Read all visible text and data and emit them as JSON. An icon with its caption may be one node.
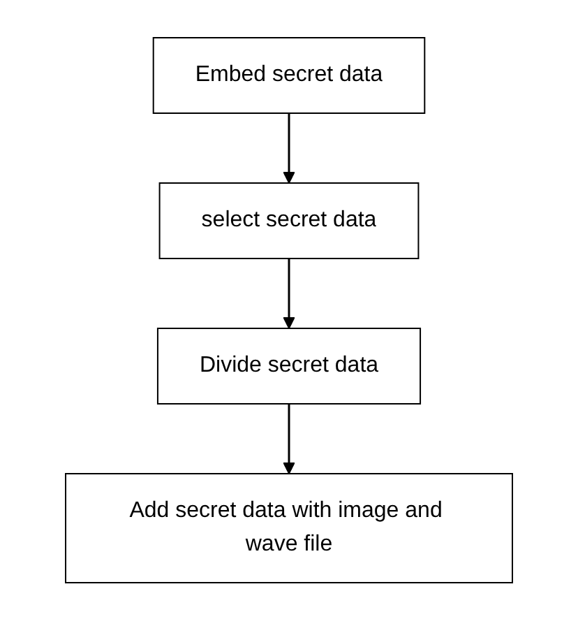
{
  "diagram": {
    "nodes": [
      {
        "text": [
          "Embed secret data"
        ]
      },
      {
        "text": [
          "select secret data"
        ]
      },
      {
        "text": [
          "Divide secret data"
        ]
      },
      {
        "text": [
          "Add secret data with image and wave file"
        ]
      }
    ],
    "edges": [
      {
        "from": 0,
        "to": 1,
        "arrow": "to"
      },
      {
        "from": 1,
        "to": 2,
        "arrow": "to"
      },
      {
        "from": 2,
        "to": 3,
        "arrow": "to"
      }
    ]
  }
}
